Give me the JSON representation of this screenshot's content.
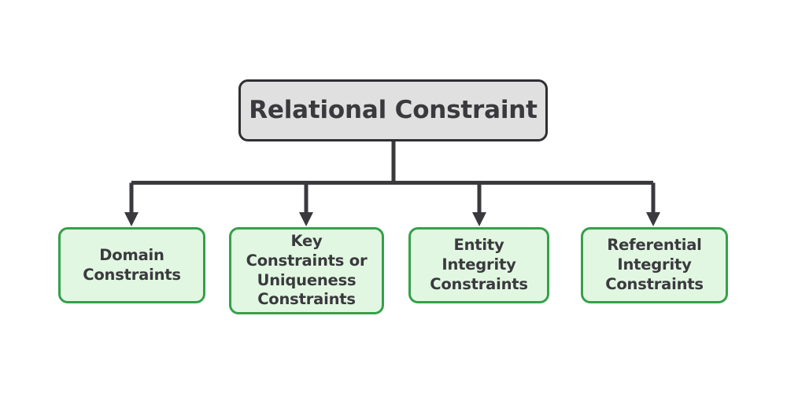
{
  "diagram": {
    "type": "hierarchy-tree",
    "orientation": "top-down",
    "background_color": "#ffffff",
    "root": {
      "id": "relational-constraint",
      "label": "Relational Constraint",
      "fill_color": "#e0e0e0",
      "border_color": "#2f2f33",
      "text_color": "#3a3a3e"
    },
    "children": [
      {
        "id": "domain-constraints",
        "label": "Domain\nConstraints",
        "fill_color": "#e2f7e2",
        "border_color": "#35a04a",
        "text_color": "#3a3a3e"
      },
      {
        "id": "key-constraints",
        "label": "Key\nConstraints or\nUniqueness\nConstraints",
        "fill_color": "#e2f7e2",
        "border_color": "#35a04a",
        "text_color": "#3a3a3e"
      },
      {
        "id": "entity-integrity-constraints",
        "label": "Entity\nIntegrity\nConstraints",
        "fill_color": "#e2f7e2",
        "border_color": "#35a04a",
        "text_color": "#3a3a3e"
      },
      {
        "id": "referential-integrity-constraints",
        "label": "Referential\nIntegrity\nConstraints",
        "fill_color": "#e2f7e2",
        "border_color": "#35a04a",
        "text_color": "#3a3a3e"
      }
    ],
    "connectors": {
      "line_color": "#3a3a3e",
      "line_width": 5,
      "arrowhead": "filled-triangle"
    }
  }
}
